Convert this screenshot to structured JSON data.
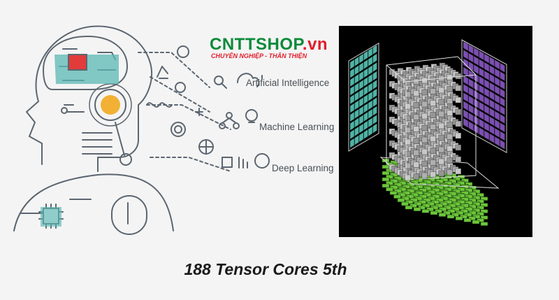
{
  "logo": {
    "brand": "CNTTSHOP",
    "suffix": ".vn",
    "tagline": "CHUYÊN NGHIỆP  -  THÂN THIỆN",
    "brand_color": "#0d8a3a",
    "accent_color": "#e11d2b"
  },
  "illustration": {
    "labels": {
      "ai": "Artificial Intelligence",
      "ml": "Machine Learning",
      "dl": "Deep Learning"
    },
    "colors": {
      "line": "#5c6670",
      "teal": "#5bb8b4",
      "orange": "#f2b134",
      "chip_red": "#e23b3b"
    }
  },
  "tensor_graphic": {
    "colors": {
      "left_matrix": "#4fb3a6",
      "right_matrix": "#7b4fb0",
      "center_cube": "#bdbdbd",
      "bottom_matrix": "#6cc63a",
      "background": "#000000"
    }
  },
  "caption": "188 Tensor Cores 5th"
}
